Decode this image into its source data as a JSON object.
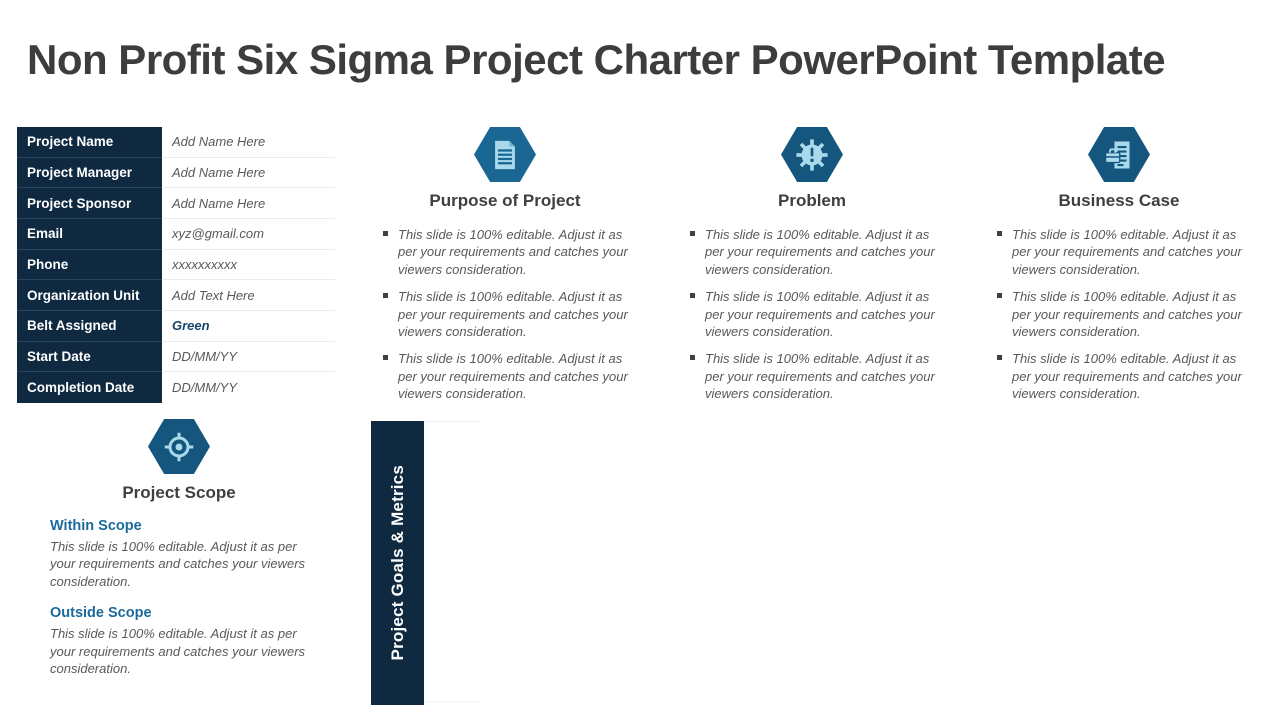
{
  "title": "Non Profit Six Sigma Project Charter PowerPoint Template",
  "colors": {
    "navy": "#0e2940",
    "hex-light": "#1a6794",
    "hex-dark": "#15567e",
    "icon-light": "#a9d9ea",
    "heading": "#3f3f3f",
    "body": "#595959",
    "scope-heading": "#1b6a9b",
    "green-value": "#17456b"
  },
  "charter_table": {
    "rows": [
      {
        "label": "Project Name",
        "value": "Add Name Here",
        "style": "placeholder"
      },
      {
        "label": "Project Manager",
        "value": "Add Name Here",
        "style": "placeholder"
      },
      {
        "label": "Project Sponsor",
        "value": "Add Name Here",
        "style": "placeholder"
      },
      {
        "label": "Email",
        "value": "xyz@gmail.com",
        "style": "placeholder"
      },
      {
        "label": "Phone",
        "value": "xxxxxxxxxx",
        "style": "placeholder"
      },
      {
        "label": "Organization Unit",
        "value": "Add Text Here",
        "style": "placeholder"
      },
      {
        "label": "Belt Assigned",
        "value": "Green",
        "style": "highlight"
      },
      {
        "label": "Start Date",
        "value": "DD/MM/YY",
        "style": "placeholder"
      },
      {
        "label": "Completion Date",
        "value": "DD/MM/YY",
        "style": "placeholder"
      }
    ]
  },
  "sections": [
    {
      "icon": "document-icon",
      "title": "Purpose of Project",
      "bullets": [
        "This slide is 100% editable. Adjust it as per your requirements and catches your viewers consideration.",
        "This slide is 100% editable. Adjust it as per your requirements and catches your viewers consideration.",
        "This slide is 100% editable. Adjust it as per your requirements and catches your viewers consideration."
      ]
    },
    {
      "icon": "gear-alert-icon",
      "title": "Problem",
      "bullets": [
        "This slide is 100% editable. Adjust it as per your requirements and catches your viewers consideration.",
        "This slide is 100% editable. Adjust it as per your requirements and catches your viewers consideration.",
        "This slide is 100% editable. Adjust it as per your requirements and catches your viewers consideration."
      ]
    },
    {
      "icon": "briefcase-document-icon",
      "title": "Business Case",
      "bullets": [
        "This slide is 100% editable. Adjust it as per your requirements and catches your viewers consideration.",
        "This slide is 100% editable. Adjust it as per your requirements and catches your viewers consideration.",
        "This slide is 100% editable. Adjust it as per your requirements and catches your viewers consideration."
      ]
    }
  ],
  "project_scope": {
    "icon": "target-icon",
    "title": "Project Scope",
    "subsections": [
      {
        "heading": "Within Scope",
        "body": "This slide is 100% editable. Adjust it as per your requirements and catches your viewers consideration."
      },
      {
        "heading": "Outside Scope",
        "body": "This slide is 100% editable. Adjust it as per your requirements and catches your viewers consideration."
      }
    ]
  },
  "goals_bar": {
    "label": "Project Goals & Metrics"
  }
}
